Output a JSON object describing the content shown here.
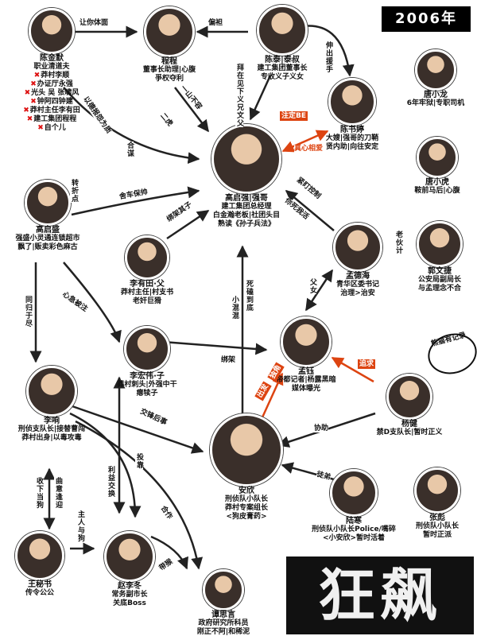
{
  "year_badge": "2006年",
  "logo_text": "狂飙",
  "stamp_text": "熊猫有记录",
  "people": {
    "chen_jinmo": {
      "lines": [
        "陈金默",
        "职业清道夫",
        "莽村李顺",
        "办证厅永强",
        "光头 吴 张啸风",
        "钟阿四钟建",
        "莽村主任李有田",
        "建工集团程程",
        "自个儿"
      ],
      "struck_from": 2
    },
    "cheng_cheng": {
      "lines": [
        "程程",
        "董事长助理|心腹",
        "爭权夺利"
      ]
    },
    "chen_tai": {
      "lines": [
        "陈泰|泰叔",
        "建工集团董事长",
        "专收义子义女"
      ]
    },
    "chen_shuting": {
      "lines": [
        "陈书婷",
        "大嫂|强哥的刀鞘",
        "贤内助|向往安定"
      ]
    },
    "tang_xiaolong": {
      "lines": [
        "唐小龙",
        "6年牢狱|专职司机"
      ]
    },
    "tang_xiaohu": {
      "lines": [
        "唐小虎",
        "鞍前马后|心腹"
      ]
    },
    "gao_qisheng": {
      "lines": [
        "高启盛",
        "强盛小灵通连锁超市",
        "飘了|贩卖彩色麻古"
      ]
    },
    "gao_qiqiang": {
      "lines": [
        "高启强|强哥",
        "建工集团总经理",
        "白金瀚老板|社团头目",
        "熟读《孙子兵法》"
      ]
    },
    "meng_deha": {
      "lines": [
        "孟德海",
        "青华区委书记",
        "治理>治安"
      ]
    },
    "guo_wenjie": {
      "lines": [
        "郭文捷",
        "公安局副局长",
        "与孟理念不合"
      ]
    },
    "li_youtian": {
      "lines": [
        "李有田·父",
        "莽村主任|村支书",
        "老奸巨猾"
      ]
    },
    "li_hongwei": {
      "lines": [
        "李宏伟·子",
        "莽村刺头|外强中干",
        "瘪犊子"
      ]
    },
    "meng_yu": {
      "lines": [
        "孟钰",
        "帝都记者|杨露黑暗",
        "媒体曝光"
      ]
    },
    "li_xiang": {
      "lines": [
        "李响",
        "刑侦支队长|接替曹闯",
        "莽村出身|以毒攻毒"
      ]
    },
    "yang_jian": {
      "lines": [
        "杨健",
        "禁D支队长|暂时正义"
      ]
    },
    "an_xin": {
      "lines": [
        "安欣",
        "刑侦队小队长",
        "莽村专案组长",
        "<狗皮膏药>"
      ]
    },
    "lu_han": {
      "lines": [
        "陆寒",
        "刑侦队小队长Police/嘴碎",
        "<小安欣>暂时活着"
      ]
    },
    "zhang_biao": {
      "lines": [
        "张彪",
        "刑侦队小队长",
        "暂时正派"
      ]
    },
    "wang_mishu": {
      "lines": [
        "王秘书",
        "传令公公"
      ]
    },
    "zhao_lidong": {
      "lines": [
        "赵李冬",
        "常务副市长",
        "关底Boss"
      ]
    },
    "tan_siyan": {
      "lines": [
        "谭思言",
        "政府研究所科员",
        "刚正不阿|和稀泥"
      ]
    }
  },
  "relations": {
    "r_chen_cheng": "让你体面",
    "r_tai_cheng": "偏袒",
    "r_tai_shuting": "伸出援手",
    "r_tai_qiang": "拜在见下义兄文父",
    "r_cheng_qiang1": "一山不容",
    "r_cheng_qiang2": "二虎",
    "r_chen_qiang": "以德报怨为质",
    "r_chen_li_sheng": "合谋",
    "r_shuting_qiang1": "注定BE",
    "r_shuting_qiang2": "真心相爱",
    "r_sheng_qiang": "舍车保帅",
    "r_sheng_label": "转折点",
    "r_youtian_qiang": "绑架其子",
    "r_meng_qiang1": "紧盯控制",
    "r_meng_qiang2": "你死我活",
    "r_meng_yu": "父女",
    "r_guo_meng": "老伙计",
    "r_sheng_li": "同归于尽",
    "r_sheng_hongwei": "心急被注",
    "r_li_qiang_gang": "小混混",
    "r_an_qiang": "死磕到底",
    "r_hongwei_meng": "绑架",
    "r_an_meng1": "独角",
    "r_an_meng2": "出发",
    "r_yang_meng": "追求",
    "r_li_an": "交锋后事",
    "r_yang_an": "协助",
    "r_hongwei_zhao": "利益交换",
    "r_li_zhao": "投靠",
    "r_lu_an": "徒弟",
    "r_wang_li1": "收下当狗",
    "r_wang_li2": "曲意逢迎",
    "r_wang_zhao": "主人与狗",
    "r_zhao_tan": "带猴",
    "r_zhao_hongwei": "合作"
  }
}
